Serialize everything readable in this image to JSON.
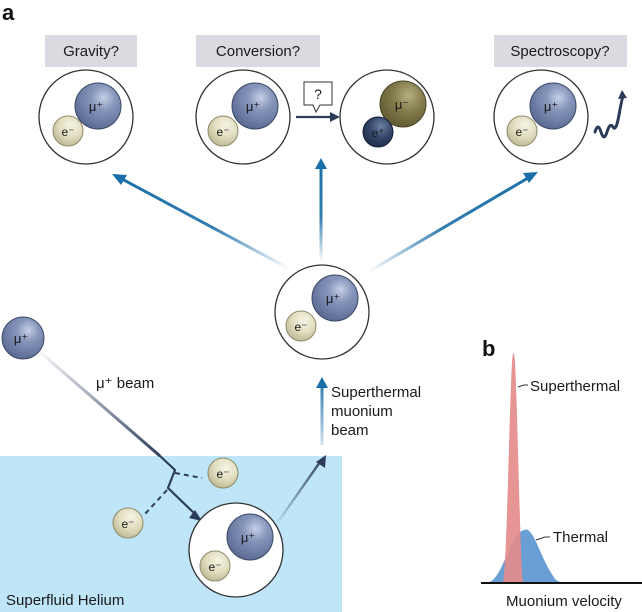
{
  "panels": {
    "a": "a",
    "b": "b"
  },
  "questions": {
    "gravity": "Gravity?",
    "conversion": "Conversion?",
    "spectroscopy": "Spectroscopy?"
  },
  "question_mark": "?",
  "particles": {
    "muon_plus": "μ⁺",
    "muon_minus": "μ⁻",
    "electron": "e⁻",
    "positron": "e⁺"
  },
  "beam": {
    "mu_beam": "μ⁺ beam",
    "superthermal_line1": "Superthermal",
    "superthermal_line2": "muonium",
    "superthermal_line3": "beam"
  },
  "medium": "Superfluid Helium",
  "panel_b": {
    "superthermal": "Superthermal",
    "thermal": "Thermal",
    "xlabel": "Muonium velocity"
  },
  "colors": {
    "helium": "#bfe5f8",
    "arrow_blue": "#1b6fa8",
    "muon": "#6d7ea6",
    "electron": "#e0dcbe",
    "muon_minus": "#7d7648",
    "positron": "#2a3b57",
    "superthermal_peak": "#e48b8b",
    "thermal_peak": "#6a9fd6"
  },
  "chart_data": {
    "type": "area",
    "title": "",
    "xlabel": "Muonium velocity",
    "ylabel": "",
    "series": [
      {
        "name": "Superthermal",
        "shape": "narrow tall peak",
        "color": "#e48b8b"
      },
      {
        "name": "Thermal",
        "shape": "broad low peak",
        "color": "#6a9fd6"
      }
    ]
  }
}
